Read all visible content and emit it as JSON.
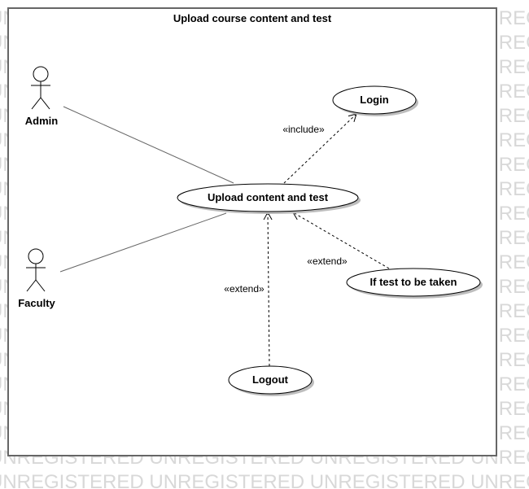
{
  "diagram": {
    "title": "Upload course content and test",
    "watermark_word": "UNREGISTERED",
    "actors": [
      {
        "id": "admin",
        "label": "Admin"
      },
      {
        "id": "faculty",
        "label": "Faculty"
      }
    ],
    "use_cases": [
      {
        "id": "login",
        "label": "Login"
      },
      {
        "id": "upload",
        "label": "Upload content and test"
      },
      {
        "id": "test",
        "label": "If test to be taken"
      },
      {
        "id": "logout",
        "label": "Logout"
      }
    ],
    "relations": [
      {
        "id": "include",
        "label": "«include»"
      },
      {
        "id": "extend_test",
        "label": "«extend»"
      },
      {
        "id": "extend_logout",
        "label": "«extend»"
      }
    ],
    "colors": {
      "frame": "#666666",
      "line": "#000000",
      "watermark": "#d8d8d8",
      "shadow": "#bdbdbd"
    }
  }
}
